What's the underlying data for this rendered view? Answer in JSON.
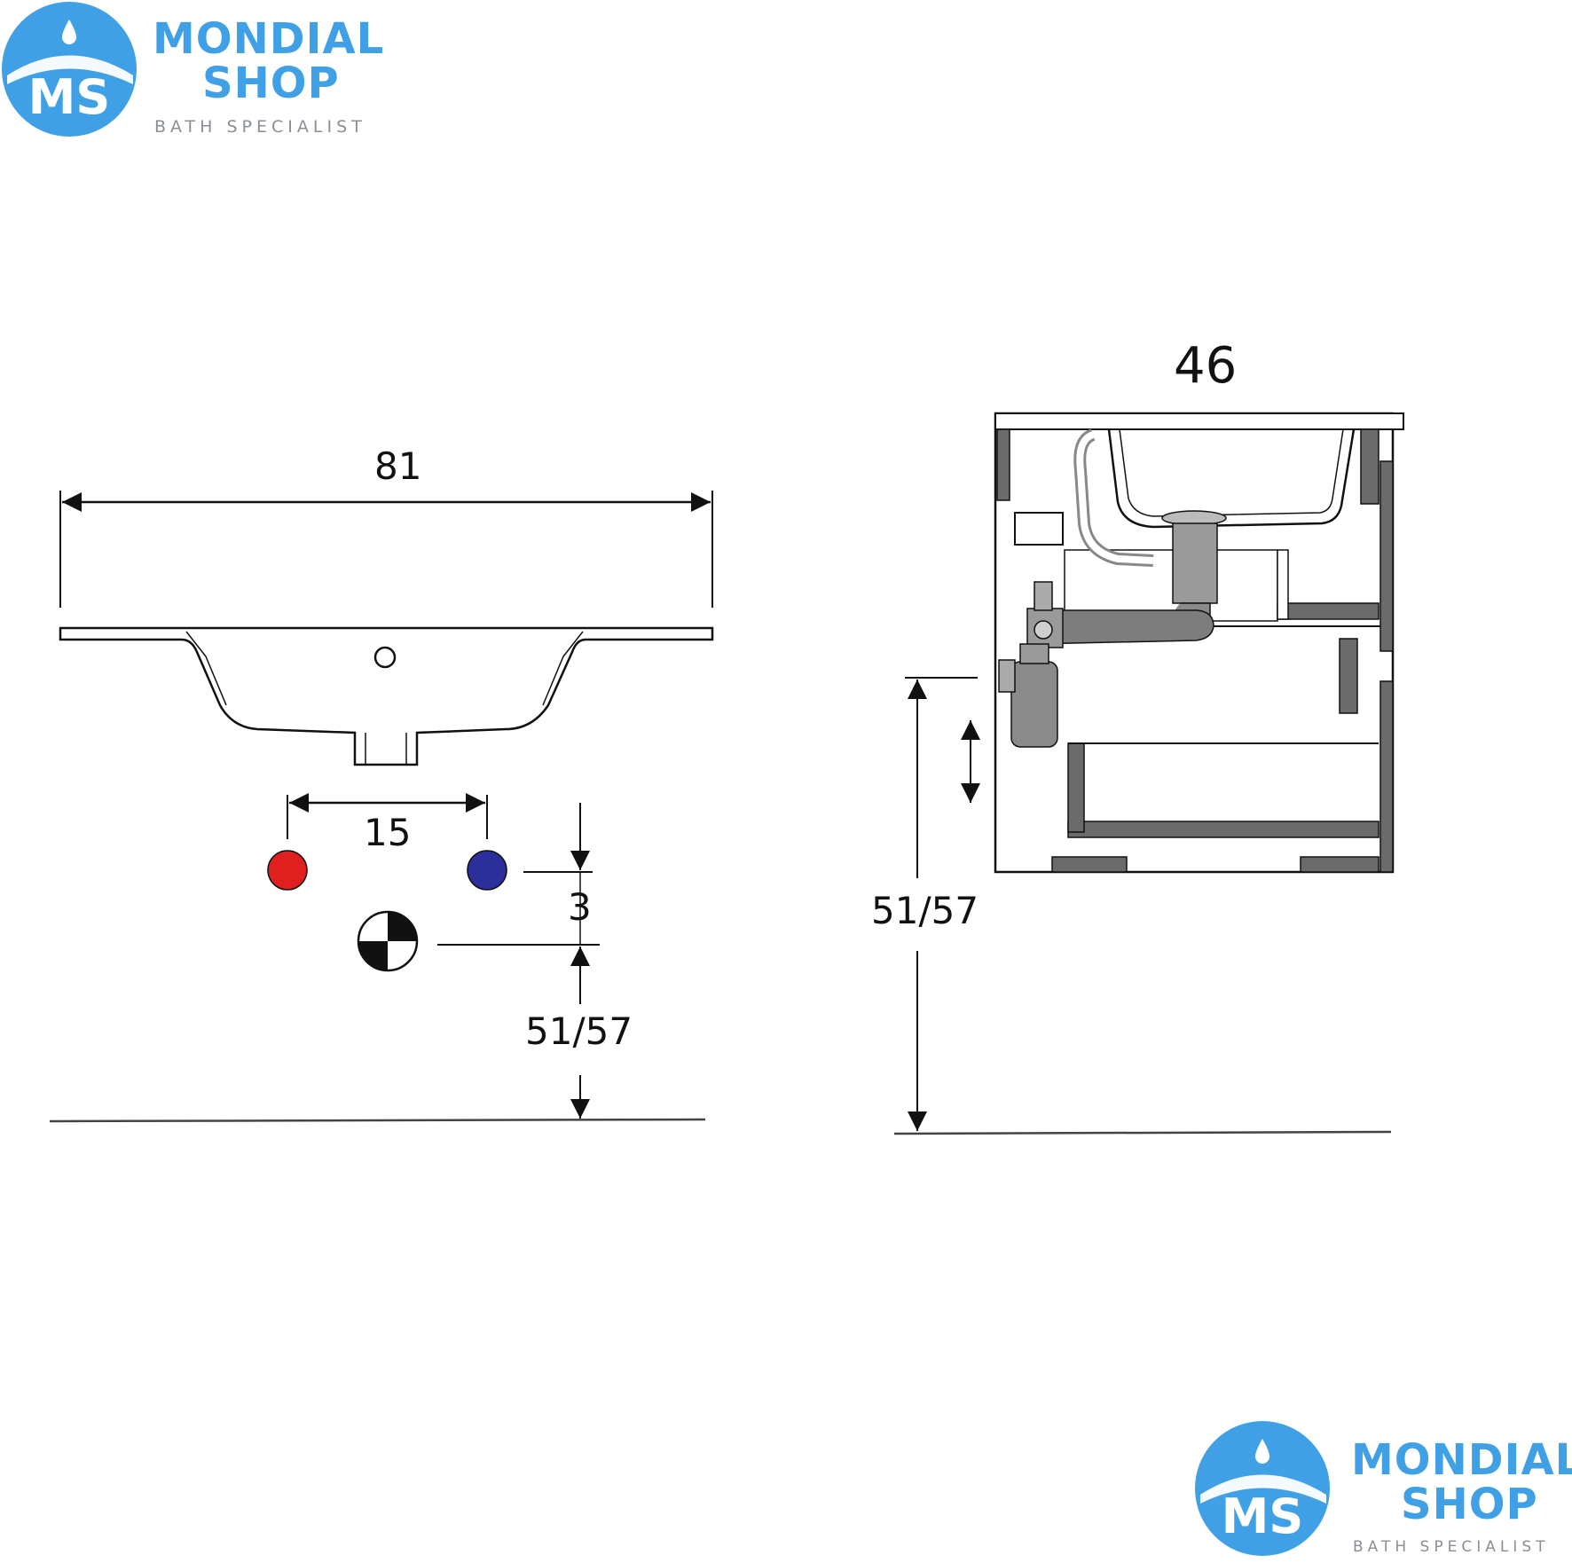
{
  "brand": {
    "name_line1": "MONDIAL",
    "name_line2": "SHOP",
    "tagline": "BATH SPECIALIST",
    "monogram": "MS",
    "color": "#3fa0e6"
  },
  "front_view": {
    "width_label": "81",
    "tap_spacing_label": "15",
    "tap_offset_label": "3",
    "drain_height_label": "51/57",
    "hot_tap_color": "#e0201f",
    "cold_tap_color": "#2a2f9c"
  },
  "side_view": {
    "depth_label": "46",
    "drain_height_label": "51/57"
  }
}
